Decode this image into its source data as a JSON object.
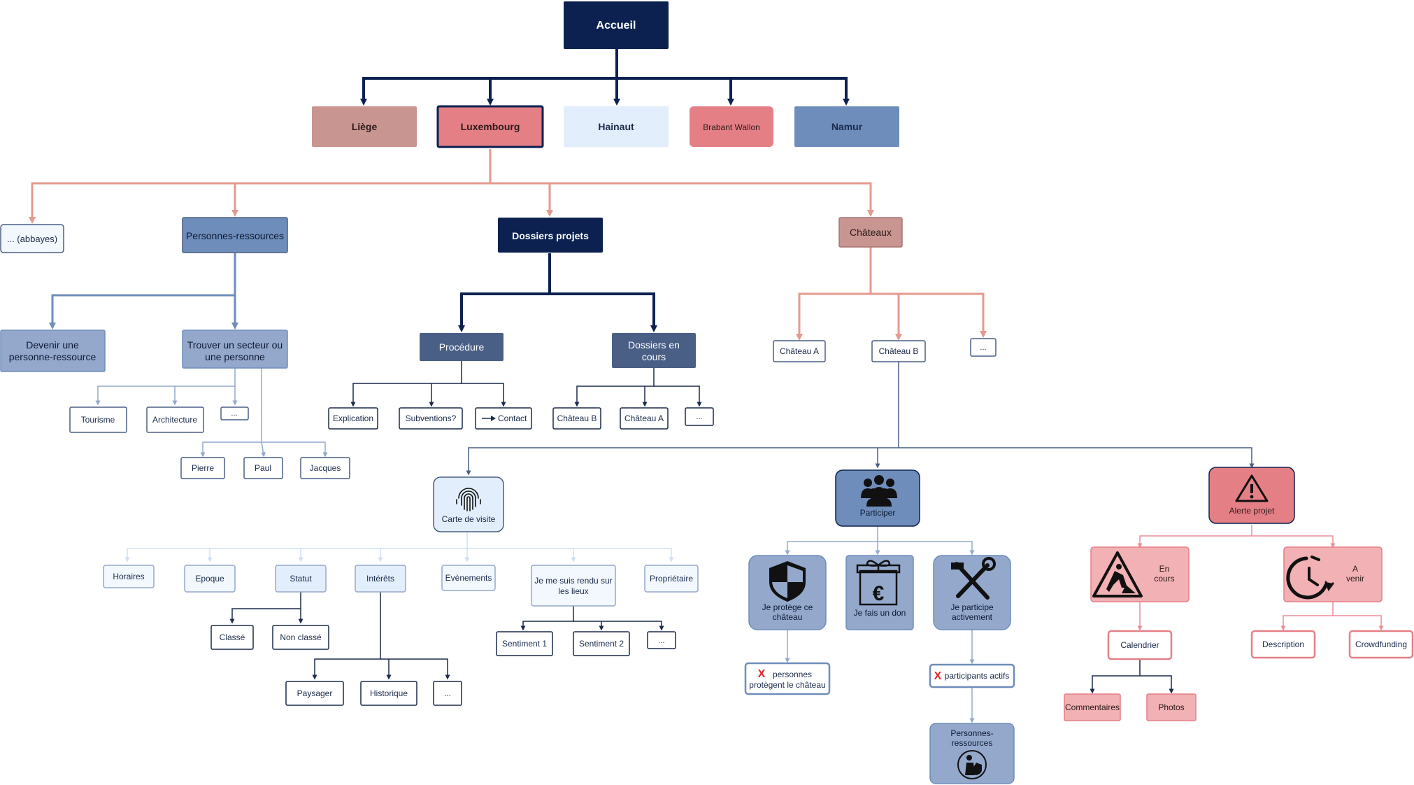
{
  "colors": {
    "navy": "#0c2150",
    "slate": "#4a5f85",
    "blue_mid": "#6e8dba",
    "blue_light": "#94a8cc",
    "blue_pale": "#e2eefb",
    "blue_faint": "#f2f8fd",
    "rose_dark": "#c99591",
    "rose": "#e57f86",
    "rose_light": "#f2b1b4",
    "pink_pale": "#fbe0e2",
    "salmon_line": "#e49a8f",
    "white": "#ffffff"
  },
  "nodes": {
    "accueil": "Accueil",
    "liege": "Liège",
    "luxembourg": "Luxembourg",
    "hainaut": "Hainaut",
    "brabant": "Brabant Wallon",
    "namur": "Namur",
    "abbayes": "... (abbayes)",
    "personnes_ressources": "Personnes-ressources",
    "dossiers_projets": "Dossiers projets",
    "chateaux": "Châteaux",
    "devenir_1": "Devenir une",
    "devenir_2": "personne-ressource",
    "trouver_1": "Trouver un secteur ou",
    "trouver_2": "une personne",
    "tourisme": "Tourisme",
    "architecture": "Architecture",
    "pr_more": "...",
    "pierre": "Pierre",
    "paul": "Paul",
    "jacques": "Jacques",
    "procedure": "Procédure",
    "dossiers_cours_1": "Dossiers en",
    "dossiers_cours_2": "cours",
    "explication": "Explication",
    "subventions": "Subventions?",
    "contact": "Contact",
    "dc_chateau_b": "Château B",
    "dc_chateau_a": "Château A",
    "dc_more": "...",
    "chateau_a": "Château A",
    "chateau_b": "Château B",
    "chateaux_more": "...",
    "carte_visite": "Carte de visite",
    "participer": "Participer",
    "alerte_projet": "Alerte projet",
    "horaires": "Horaires",
    "epoque": "Epoque",
    "statut": "Statut",
    "interets": "Intérêts",
    "evenements": "Evènements",
    "rendu_1": "Je me suis rendu sur",
    "rendu_2": "les lieux",
    "proprietaire": "Propriétaire",
    "classe": "Classé",
    "non_classe": "Non classé",
    "paysager": "Paysager",
    "historique": "Historique",
    "interets_more": "...",
    "sentiment1": "Sentiment 1",
    "sentiment2": "Sentiment 2",
    "sentiment_more": "...",
    "protege_1": "Je protège ce",
    "protege_2": "château",
    "don": "Je fais un don",
    "participe_1": "Je participe",
    "participe_2": "activement",
    "x_mark": "X",
    "x_mark2": "X",
    "personnes_prot_1": "personnes",
    "personnes_prot_2": "protègent le château",
    "participants_actifs": "participants actifs",
    "pr2_1": "Personnes-",
    "pr2_2": "ressources",
    "en_cours_1": "En",
    "en_cours_2": "cours",
    "a_venir_1": "A",
    "a_venir_2": "venir",
    "calendrier": "Calendrier",
    "commentaires": "Commentaires",
    "photos": "Photos",
    "description": "Description",
    "crowdfunding": "Crowdfunding"
  }
}
